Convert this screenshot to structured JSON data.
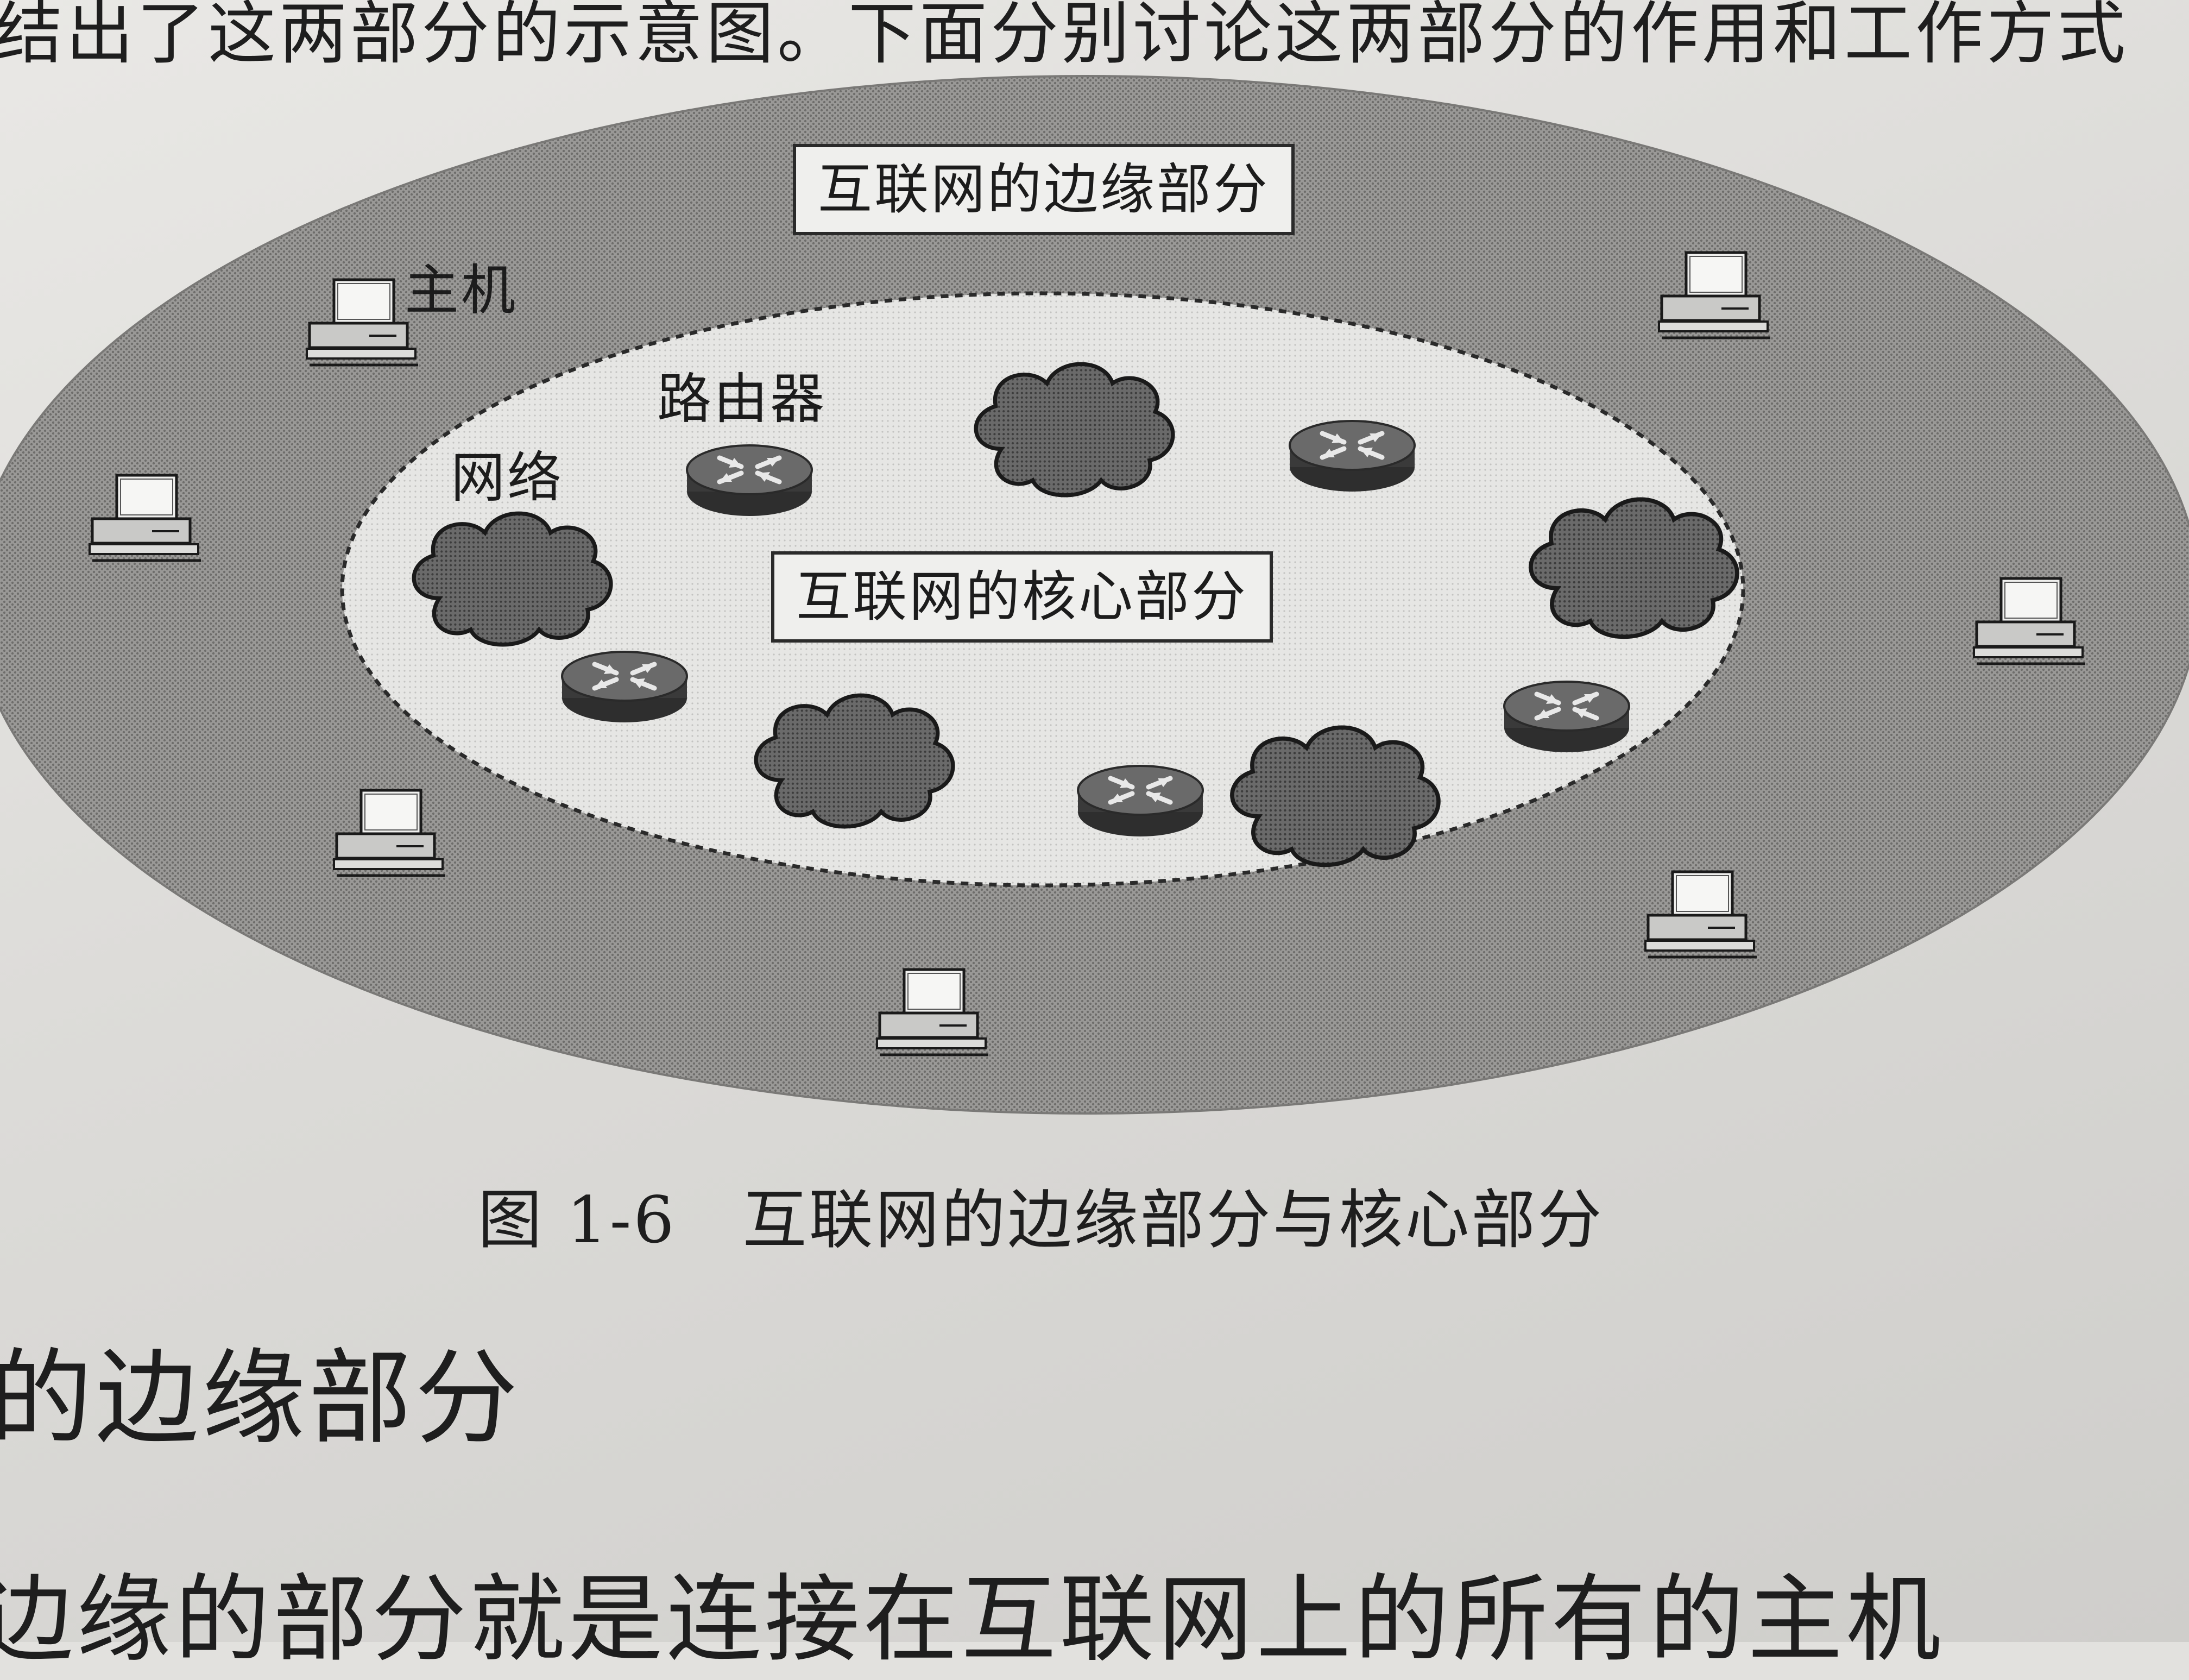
{
  "page": {
    "top_line": "结出了这两部分的示意图。下面分别讨论这两部分的作用和工作方式",
    "section_heading": "的边缘部分",
    "body_line": "边缘的部分就是连接在互联网上的所有的主机"
  },
  "figure": {
    "edge_label": "互联网的边缘部分",
    "core_label": "互联网的核心部分",
    "host_label": "主机",
    "router_label": "路由器",
    "network_label": "网络",
    "caption": "图 1-6　互联网的边缘部分与核心部分"
  },
  "colors": {
    "edge_region": "#8a8987",
    "core_region": "#dededc",
    "cloud_fill": "#5e5e5e",
    "router_fill": "#3e3e3e"
  },
  "icons": [
    "host-computer-icon",
    "router-icon",
    "network-cloud-icon"
  ]
}
